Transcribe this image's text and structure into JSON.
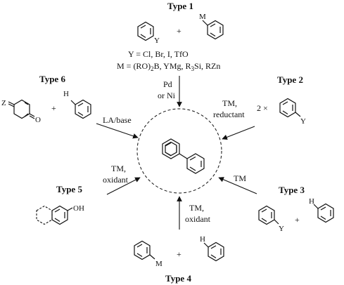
{
  "types": {
    "t1": "Type 1",
    "t2": "Type 2",
    "t3": "Type 3",
    "t4": "Type 4",
    "t5": "Type 5",
    "t6": "Type 6"
  },
  "type1": {
    "sub_y": "Y",
    "sub_m": "M",
    "plus": "+",
    "y_def": "Y = Cl, Br, I, TfO",
    "m_def_1": "M = (RO)",
    "m_def_sub": "2",
    "m_def_2": "B, YMg, R",
    "m_def_sub2": "3",
    "m_def_3": "Si, RZn",
    "arrow_l1": "Pd",
    "arrow_l2": "or Ni"
  },
  "type2": {
    "mult": "2 ×",
    "sub_y": "Y",
    "arrow_l1": "TM,",
    "arrow_l2": "reductant"
  },
  "type3": {
    "sub_y": "Y",
    "sub_h": "H",
    "plus": "+",
    "arrow_l1": "TM"
  },
  "type4": {
    "sub_m": "M",
    "sub_h": "H",
    "plus": "+",
    "arrow_l1": "TM,",
    "arrow_l2": "oxidant"
  },
  "type5": {
    "sub_oh": "OH",
    "arrow_l1": "TM,",
    "arrow_l2": "oxidant"
  },
  "type6": {
    "sub_z": "Z",
    "sub_o": "O",
    "sub_h": "H",
    "plus": "+",
    "arrow_l1": "LA/base"
  }
}
